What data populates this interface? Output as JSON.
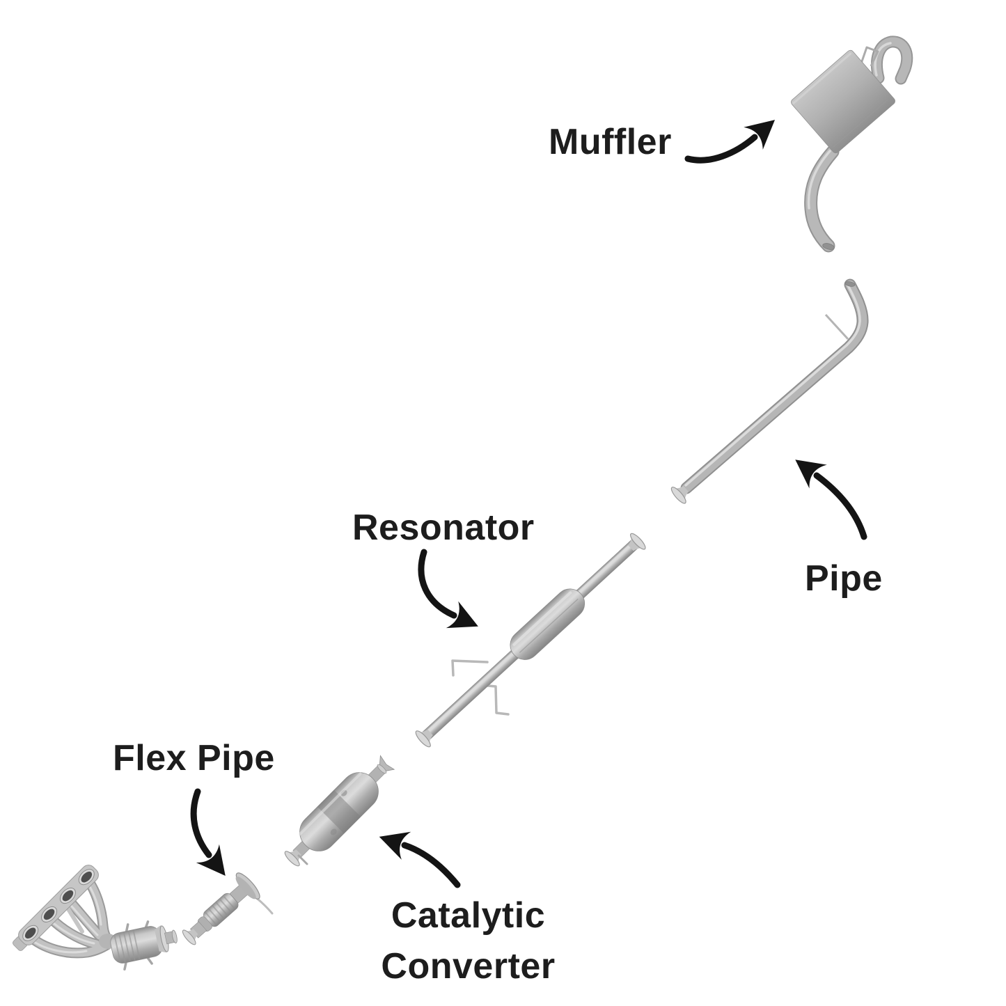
{
  "diagram": {
    "name": "car-exhaust-system-diagram",
    "background": "#ffffff",
    "text_color": "#1d1d1d",
    "arrow_color": "#141414",
    "metal_colors": {
      "light": "#dcdcdc",
      "mid": "#b5b5b5",
      "dark": "#8a8a8a"
    },
    "annotations": [
      {
        "id": "muffler",
        "label": "Muffler"
      },
      {
        "id": "pipe",
        "label": "Pipe"
      },
      {
        "id": "resonator",
        "label": "Resonator"
      },
      {
        "id": "flex-pipe",
        "label": "Flex Pipe"
      },
      {
        "id": "catalytic-converter",
        "label": "Catalytic Converter"
      }
    ]
  }
}
